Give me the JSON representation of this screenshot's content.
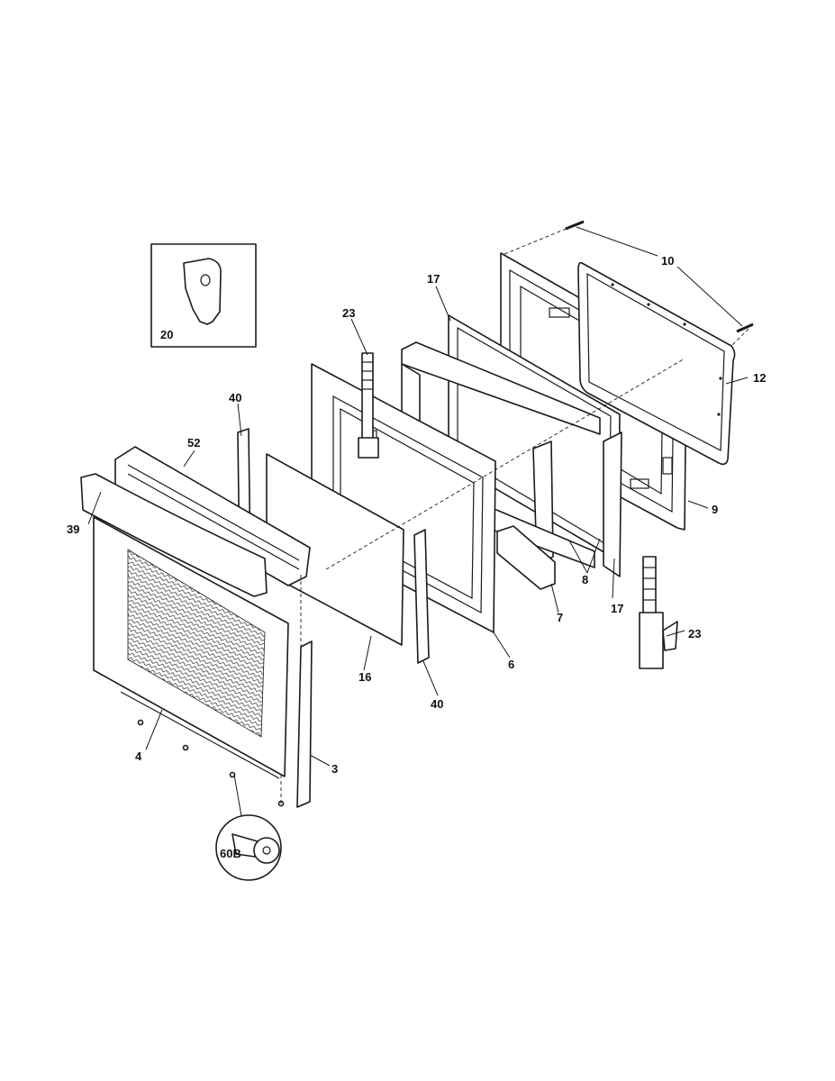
{
  "callouts": {
    "c10": "10",
    "c12": "12",
    "c9": "9",
    "c17_top": "17",
    "c17_bottom": "17",
    "c8": "8",
    "c7": "7",
    "c6": "6",
    "c23_top": "23",
    "c23_right": "23",
    "c40_top": "40",
    "c40_bottom": "40",
    "c52": "52",
    "c39": "39",
    "c16": "16",
    "c4": "4",
    "c3": "3",
    "c20": "20",
    "c60b": "60B"
  },
  "colors": {
    "line": "#1a1a1a",
    "background": "#ffffff"
  }
}
